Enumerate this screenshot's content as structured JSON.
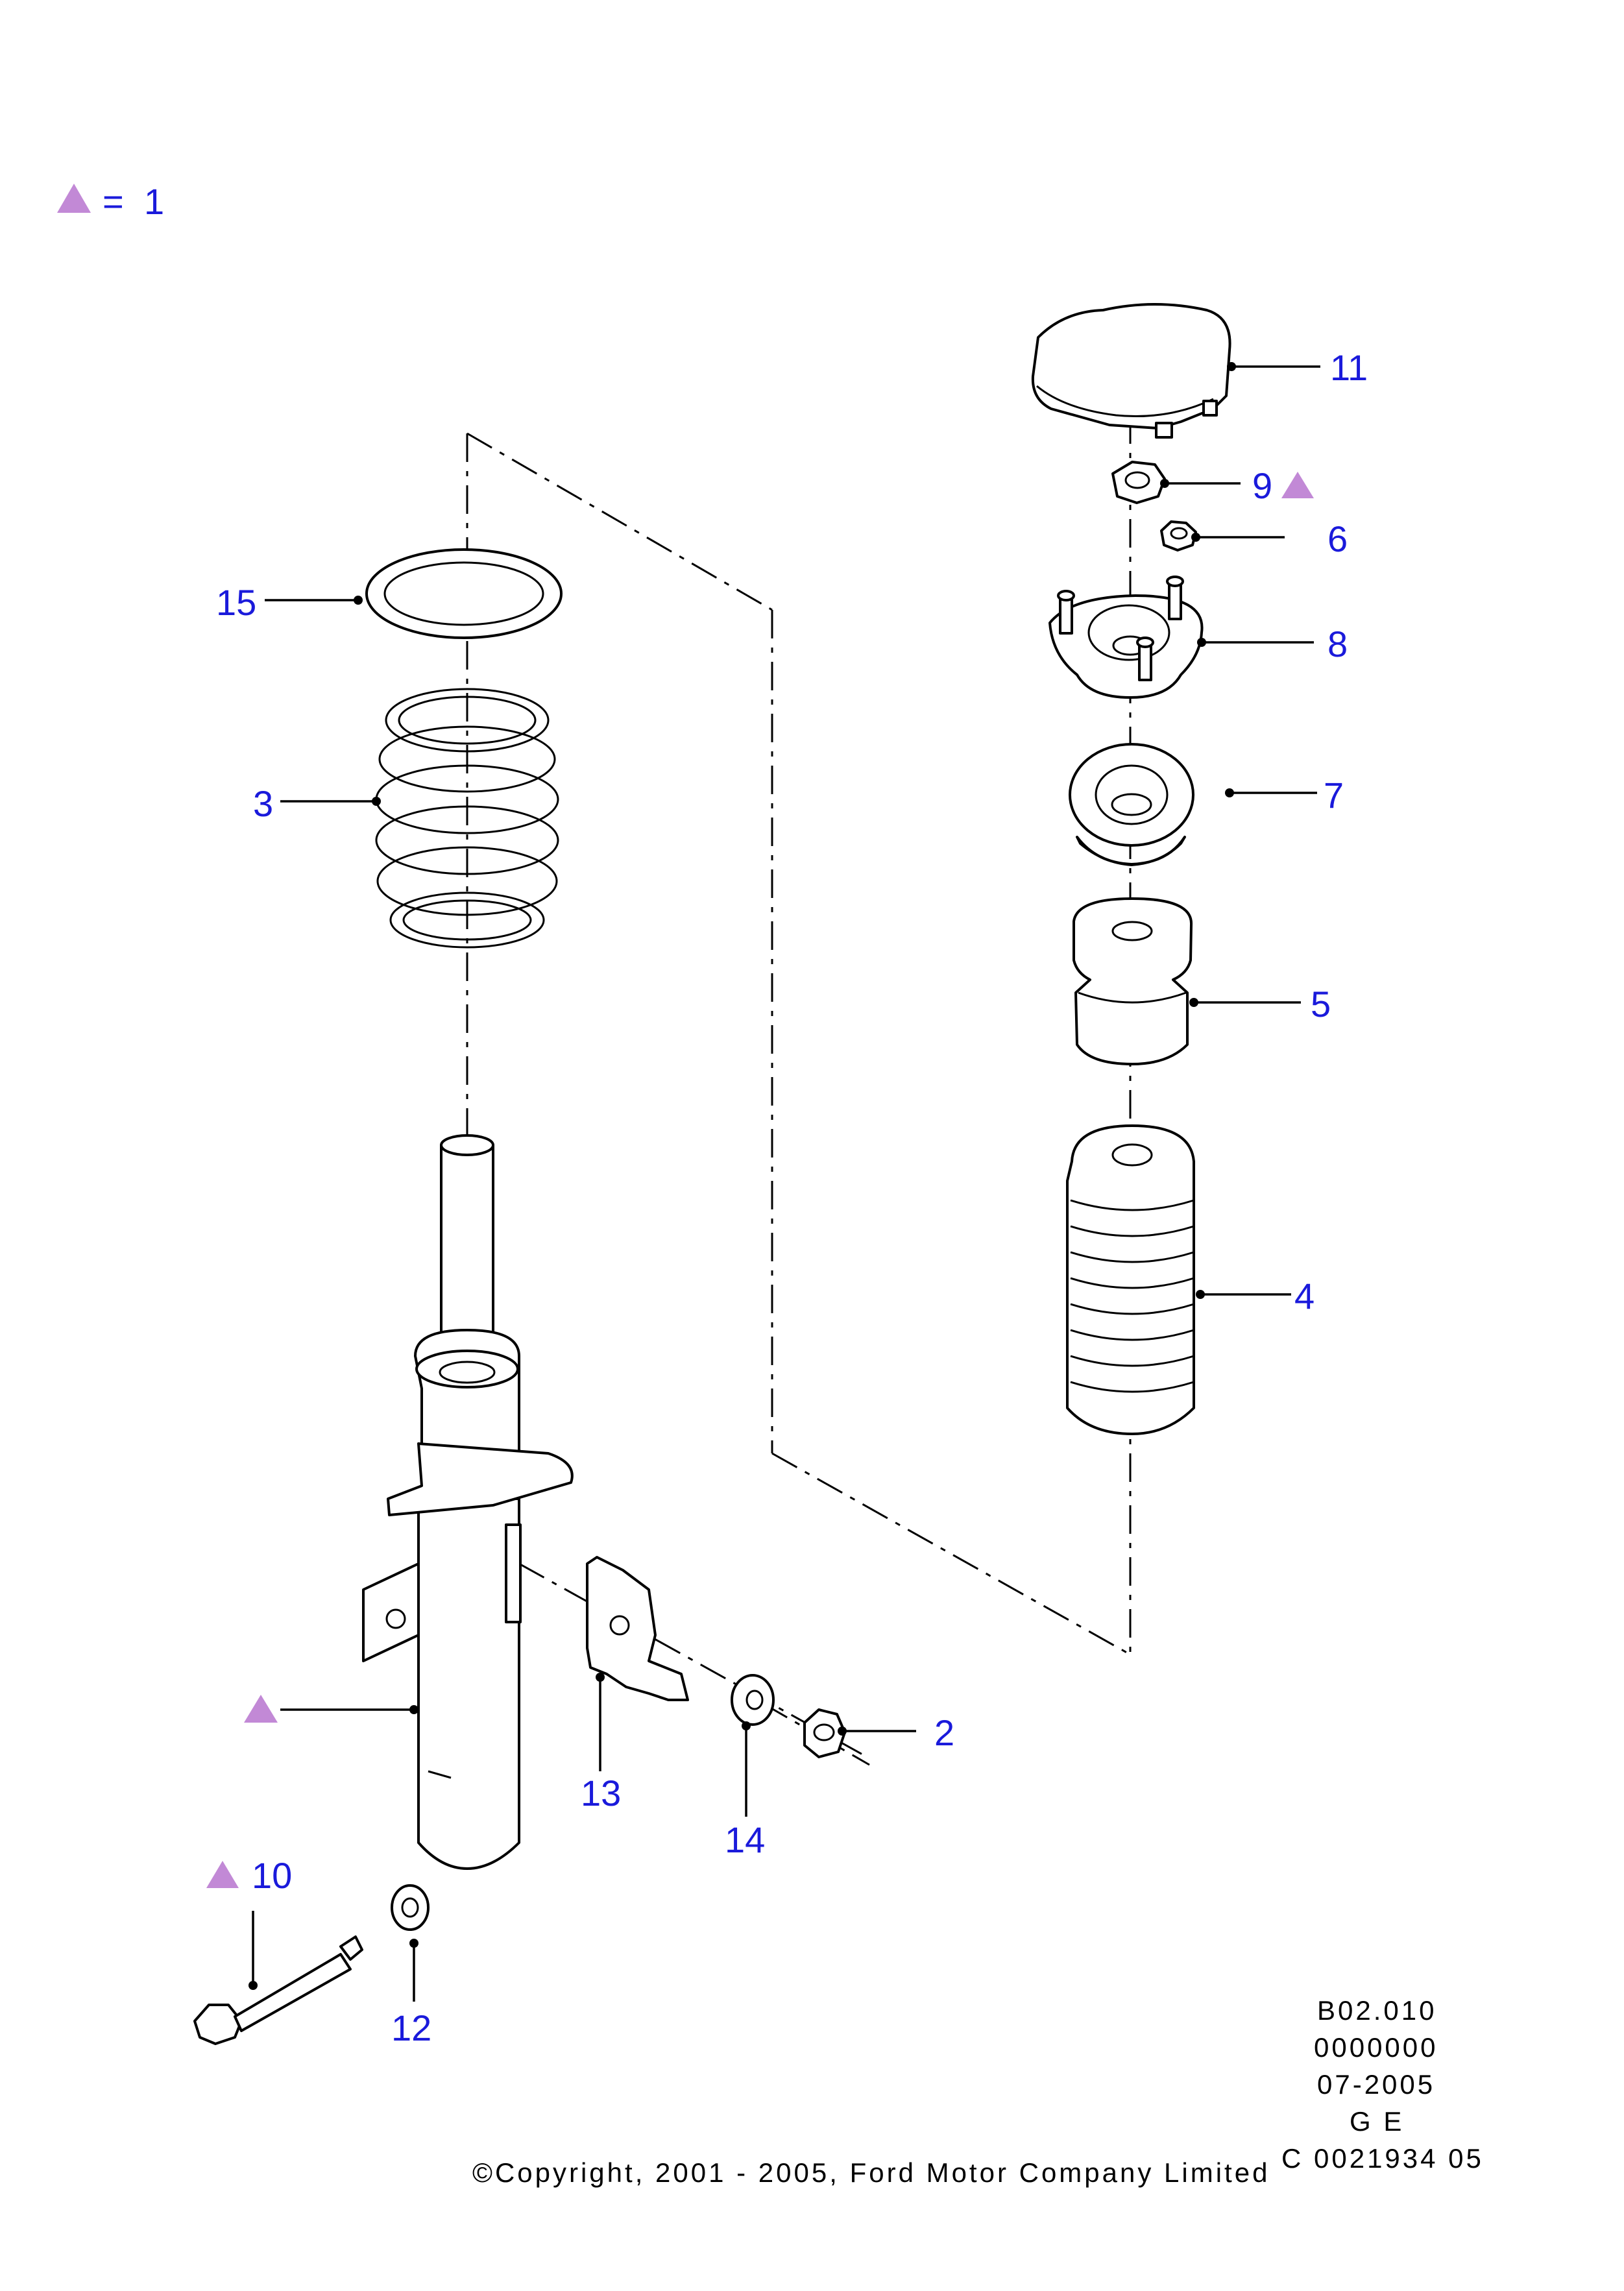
{
  "legend": {
    "symbol": "triangle",
    "equals": "=",
    "value": "1",
    "symbol_color": "#c289d6"
  },
  "callouts": {
    "c2": "2",
    "c3": "3",
    "c4": "4",
    "c5": "5",
    "c6": "6",
    "c7": "7",
    "c8": "8",
    "c9": "9",
    "c10": "10",
    "c11": "11",
    "c12": "12",
    "c13": "13",
    "c14": "14",
    "c15": "15"
  },
  "info_block": {
    "line1": "B02.010",
    "line2": "0000000",
    "line3": "07-2005",
    "line4": "G E",
    "line5": "C 0021934 05"
  },
  "copyright": "©Copyright, 2001 - 2005, Ford Motor Company Limited",
  "colors": {
    "callout_text": "#1a1adb",
    "line_art": "#000000",
    "marker": "#c289d6"
  }
}
